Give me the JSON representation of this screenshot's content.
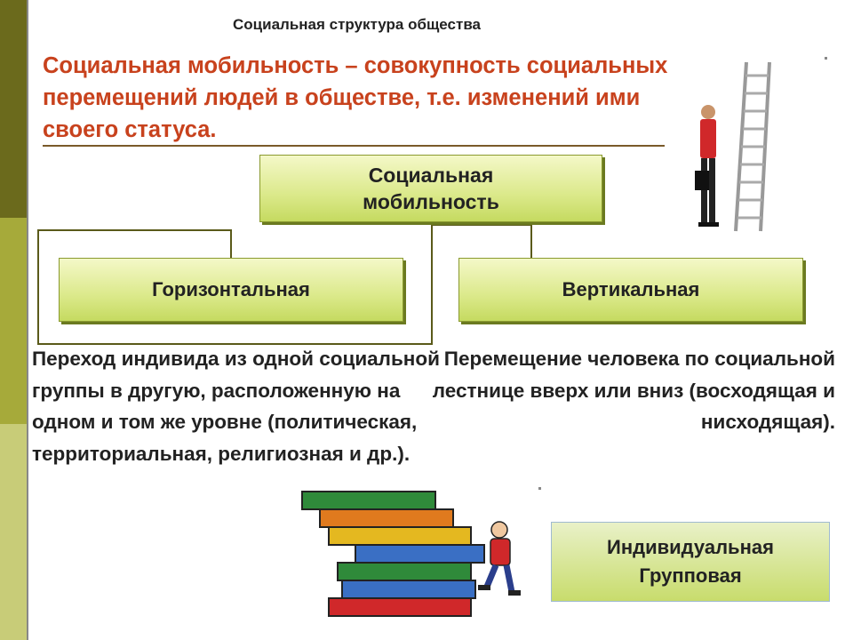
{
  "slide": {
    "title": "Социальная структура общества",
    "definition": "Социальная мобильность – совокупность социальных перемещений людей в обществе, т.е. изменений ими своего статуса."
  },
  "diagram": {
    "center": {
      "line1": "Социальная",
      "line2": "мобильность"
    },
    "horizontal": {
      "label": "Горизонтальная",
      "description": "Переход индивида из одной социальной группы в другую, расположенную на одном и том же уровне (политическая, территориальная, религиозная и др.)."
    },
    "vertical": {
      "label": "Вертикальная",
      "description": "Перемещение человека по социальной лестнице вверх или вниз (восходящая и нисходящая)."
    },
    "types": {
      "line1": "Индивидуальная",
      "line2": "Групповая"
    }
  },
  "illustrations": {
    "ladder": "ladder-with-man-illustration",
    "books": "books-stairs-illustration"
  },
  "colors": {
    "accent_red": "#c8421d",
    "box_green": "#c5da60",
    "bar_dark": "#6b6a1c"
  }
}
